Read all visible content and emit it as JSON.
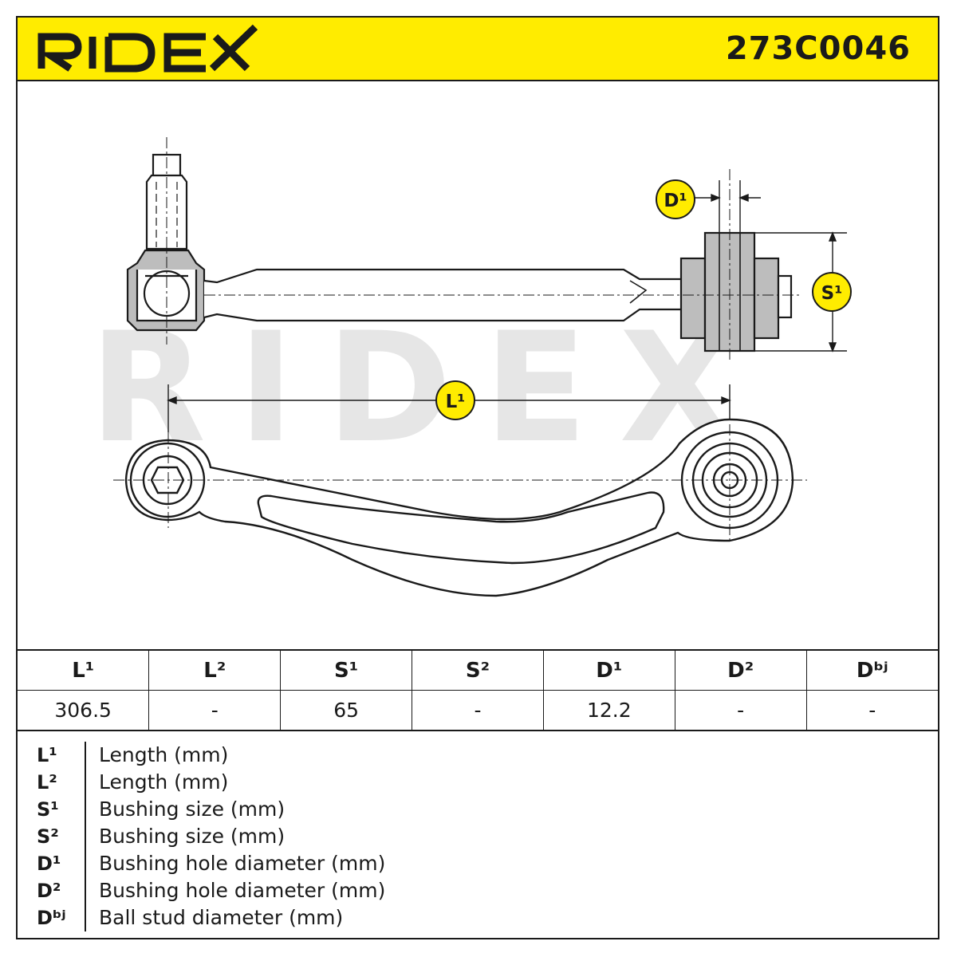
{
  "header": {
    "brand": "RIDEX",
    "part_number": "273C0046"
  },
  "watermark": "RIDEX",
  "dimension_labels": {
    "d1": "D¹",
    "s1": "S¹",
    "l1": "L¹"
  },
  "spec_table": {
    "headers": [
      "L¹",
      "L²",
      "S¹",
      "S²",
      "D¹",
      "D²",
      "Dᵇʲ"
    ],
    "values": [
      "306.5",
      "-",
      "65",
      "-",
      "12.2",
      "-",
      "-"
    ]
  },
  "legend": [
    {
      "symbol": "L¹",
      "description": "Length (mm)"
    },
    {
      "symbol": "L²",
      "description": "Length (mm)"
    },
    {
      "symbol": "S¹",
      "description": "Bushing size (mm)"
    },
    {
      "symbol": "S²",
      "description": "Bushing size (mm)"
    },
    {
      "symbol": "D¹",
      "description": "Bushing hole diameter (mm)"
    },
    {
      "symbol": "D²",
      "description": "Bushing hole diameter (mm)"
    },
    {
      "symbol": "Dᵇʲ",
      "description": "Ball stud diameter (mm)"
    }
  ],
  "colors": {
    "brand_yellow": "#ffec00",
    "ink": "#1a1a1a",
    "part_fill": "#bdbdbd",
    "watermark": "#e6e6e6"
  }
}
